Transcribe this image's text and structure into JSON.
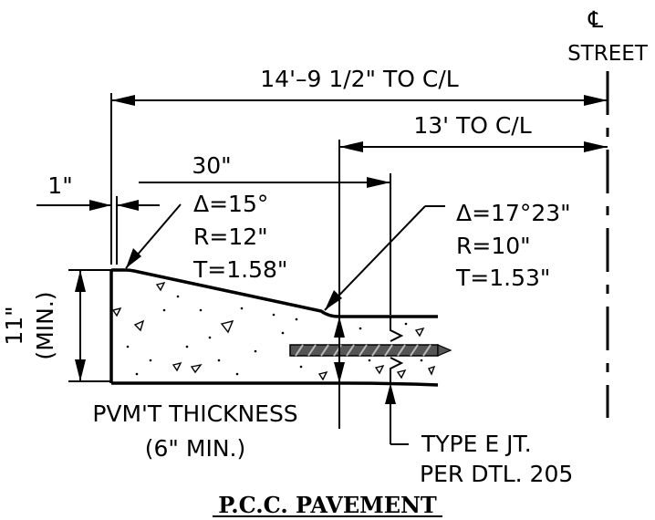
{
  "centerline": {
    "symbol": "℄",
    "label": "STREET"
  },
  "dimensions": {
    "overall": "14'–9 1/2\" TO C/L",
    "to_centerline": "13' TO C/L",
    "width": "30\"",
    "lip": "1\"",
    "height_value": "11\"",
    "height_note": "(MIN.)"
  },
  "curve_left": {
    "delta": "Δ=15°",
    "radius": "R=12\"",
    "tangent": "T=1.58\""
  },
  "curve_right": {
    "delta": "Δ=17°23\"",
    "radius": "R=10\"",
    "tangent": "T=1.53\""
  },
  "thickness_note": {
    "line1": "PVM'T THICKNESS",
    "line2": "(6\" MIN.)"
  },
  "joint_note": {
    "line1": "TYPE E JT.",
    "line2": "PER DTL. 205"
  },
  "title": "P.C.C. PAVEMENT"
}
